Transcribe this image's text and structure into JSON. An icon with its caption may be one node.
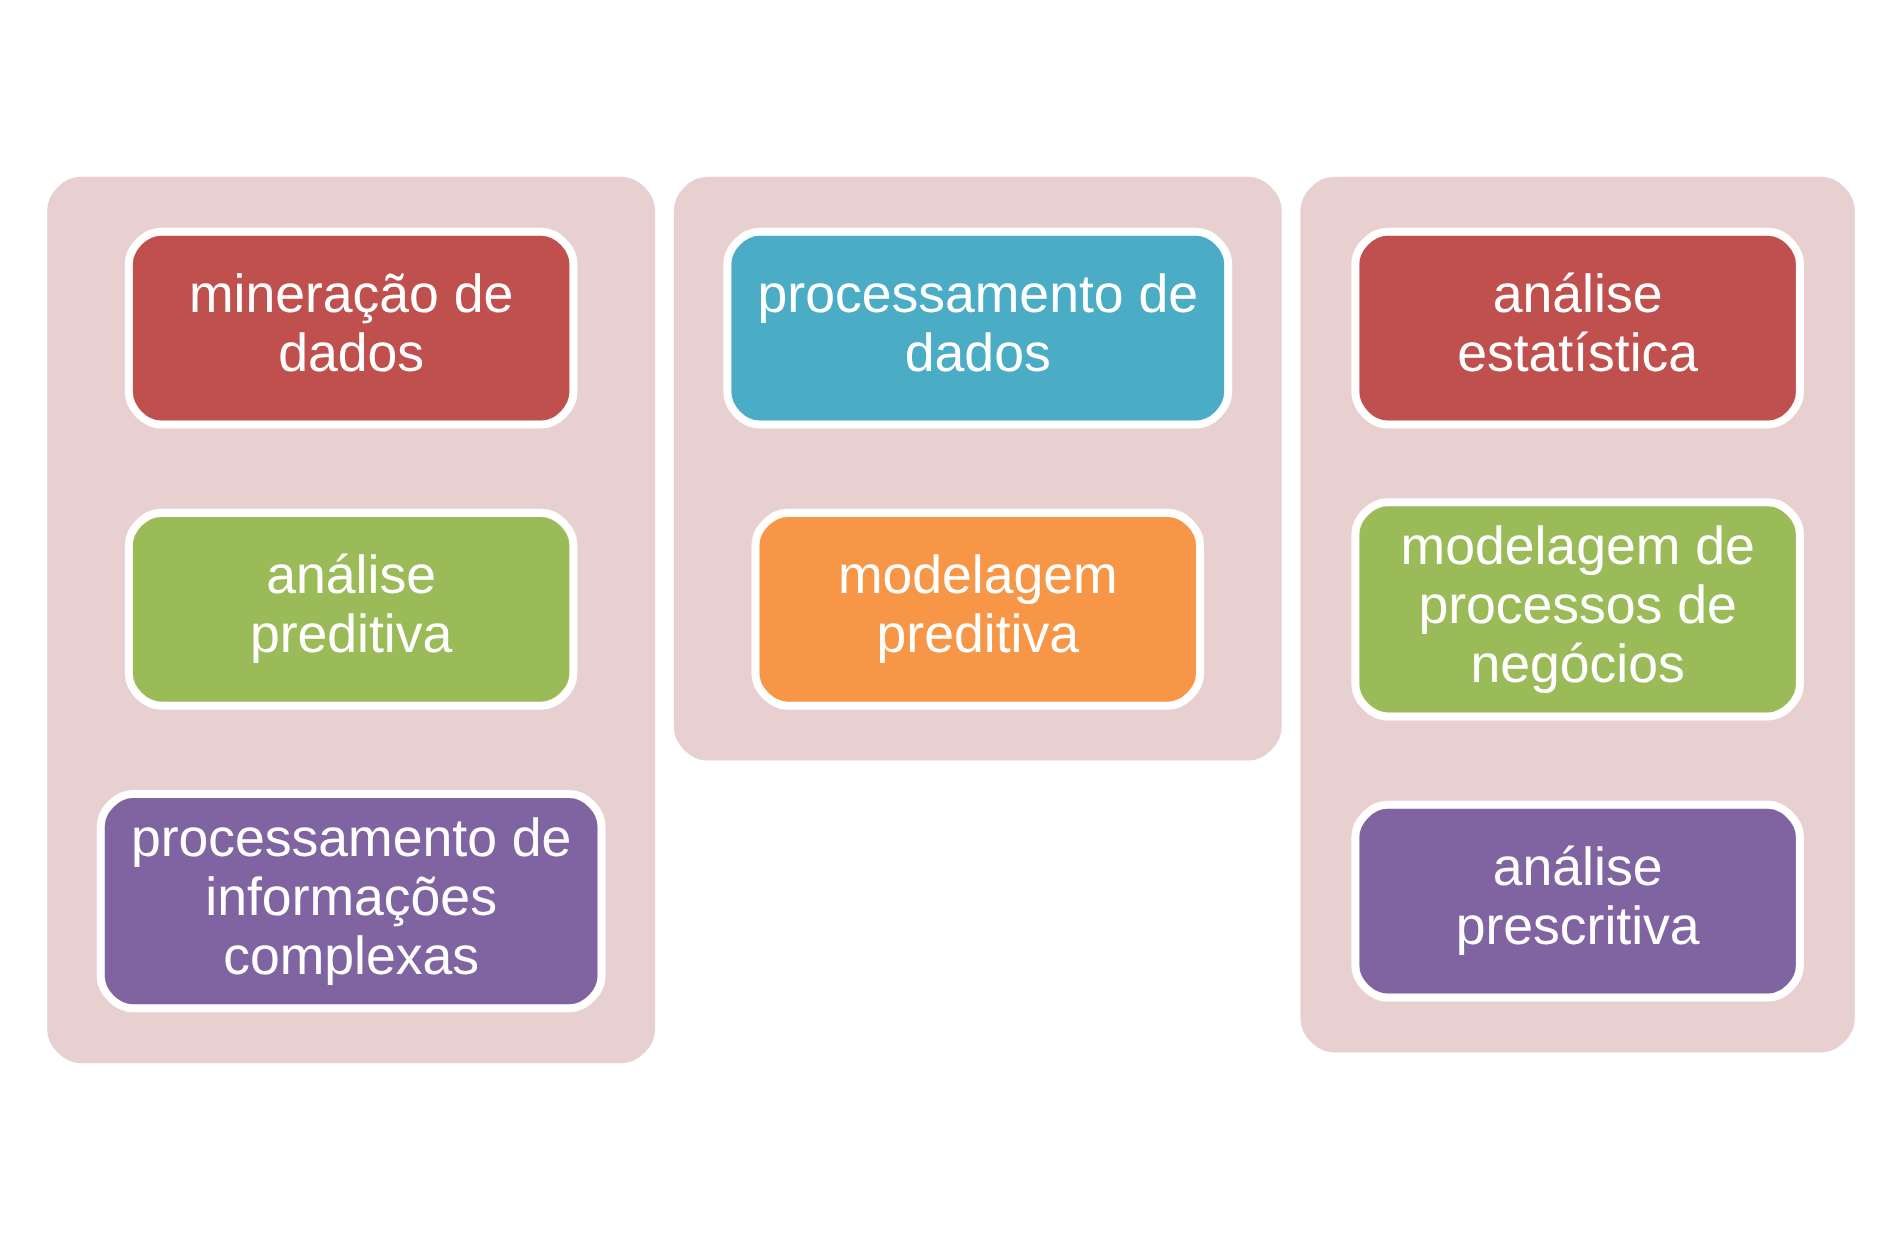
{
  "diagram": {
    "nodes": [
      {
        "text": [],
        "shape": "box"
      },
      {
        "text": [
          "mineração de dados"
        ],
        "in": 0
      },
      {
        "text": [
          "análise preditiva"
        ],
        "in": 0
      },
      {
        "text": [
          "processamento de informações complexas"
        ],
        "in": 0
      },
      {
        "text": [],
        "shape": "box"
      },
      {
        "text": [
          "processamento de dados"
        ],
        "in": 4
      },
      {
        "text": [
          "modelagem preditiva"
        ],
        "in": 4
      },
      {
        "text": [],
        "shape": "box"
      },
      {
        "text": [
          "análise estatística"
        ],
        "in": 7
      },
      {
        "text": [
          "modelagem de processos de negócios"
        ],
        "in": 7
      },
      {
        "text": [
          "análise prescritiva"
        ],
        "in": 7
      }
    ],
    "edges": []
  }
}
